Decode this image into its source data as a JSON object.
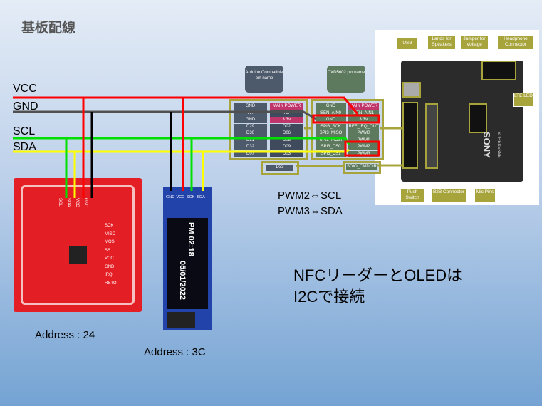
{
  "title": "基板配線",
  "wires": {
    "vcc": "VCC",
    "gnd": "GND",
    "scl": "SCL",
    "sda": "SDA"
  },
  "colors": {
    "vcc": "#ff0000",
    "gnd": "#505050",
    "scl": "#00e000",
    "sda": "#ffff00",
    "black": "#000000",
    "olive": "#a8a43c"
  },
  "arduino_tag": "Arduino Compatible pin name",
  "cxd_tag": "CXD5602 pin name",
  "arduino_pins": [
    [
      "GND",
      "MAIN POWER"
    ],
    [
      "A4",
      "A5"
    ],
    [
      "GND",
      "3.3V"
    ],
    [
      "D29",
      "D02"
    ],
    [
      "D30",
      "D06"
    ],
    [
      "D31",
      "D05"
    ],
    [
      "D32",
      "D09"
    ],
    [
      "D07",
      "D03"
    ]
  ],
  "cxd_pins": [
    [
      "GND",
      "MAIN POWER"
    ],
    [
      "SEN_AIN0",
      "SEN_AIN1"
    ],
    [
      "GND",
      "3.3V"
    ],
    [
      "SPI3_SCK",
      "REF_IRQ_OUT"
    ],
    [
      "SPI3_MISO",
      "PWM0"
    ],
    [
      "SPI3_MOSI",
      "PWM1"
    ],
    [
      "SPI3_CS0",
      "PWM2"
    ],
    [
      "SPI3_CS1",
      "PWM3"
    ]
  ],
  "d33": "D33",
  "sdio": "SDIO_CMDDIR",
  "board_labels": {
    "usb": "USB",
    "speakers": "Lands for Speakers",
    "jumper": "Jumper for Voltage",
    "headphone": "Headphone Connector",
    "lte": "LTE LED",
    "push": "Push Switch",
    "b2b": "B2B Connector",
    "mic": "Mic Pins"
  },
  "board_text": {
    "brand": "SONY",
    "product": "SPRESENSE"
  },
  "nfc": {
    "top_pins": [
      "SCL",
      "SDA",
      "VCC",
      "GND"
    ],
    "side_pins": [
      "SCK",
      "MISO",
      "MOSI",
      "SS",
      "VCC",
      "GND",
      "IRQ",
      "RSTO"
    ],
    "address": "Address : 24"
  },
  "oled": {
    "pins": [
      "GND",
      "VCC",
      "SCK",
      "SDA"
    ],
    "screen_text": [
      "PM 02:18",
      "05/01/2022"
    ],
    "address": "Address : 3C"
  },
  "notes": [
    "PWM2⇔SCL",
    "PWM3⇔SDA"
  ],
  "summary": [
    "NFCリーダーとOLEDは",
    "I2Cで接続"
  ]
}
